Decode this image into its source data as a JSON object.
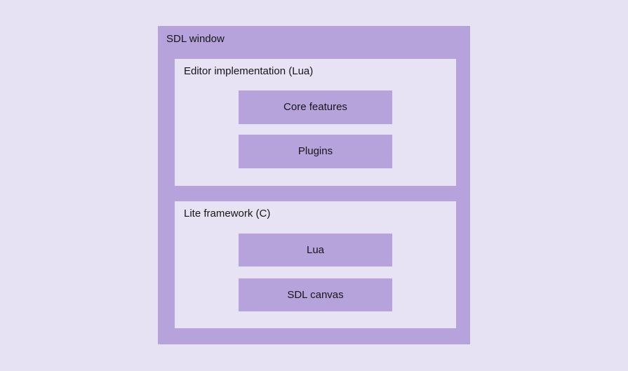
{
  "colors": {
    "page_bg": "#e7e1f4",
    "box_purple": "#b7a3dc",
    "panel_bg": "#e8e2f5",
    "text": "#161618"
  },
  "diagram": {
    "outer": {
      "label": "SDL window",
      "layers": [
        {
          "label": "Editor implementation (Lua)",
          "blocks": [
            {
              "label": "Core features"
            },
            {
              "label": "Plugins"
            }
          ]
        },
        {
          "label": "Lite framework (C)",
          "blocks": [
            {
              "label": "Lua"
            },
            {
              "label": "SDL canvas"
            }
          ]
        }
      ]
    }
  }
}
